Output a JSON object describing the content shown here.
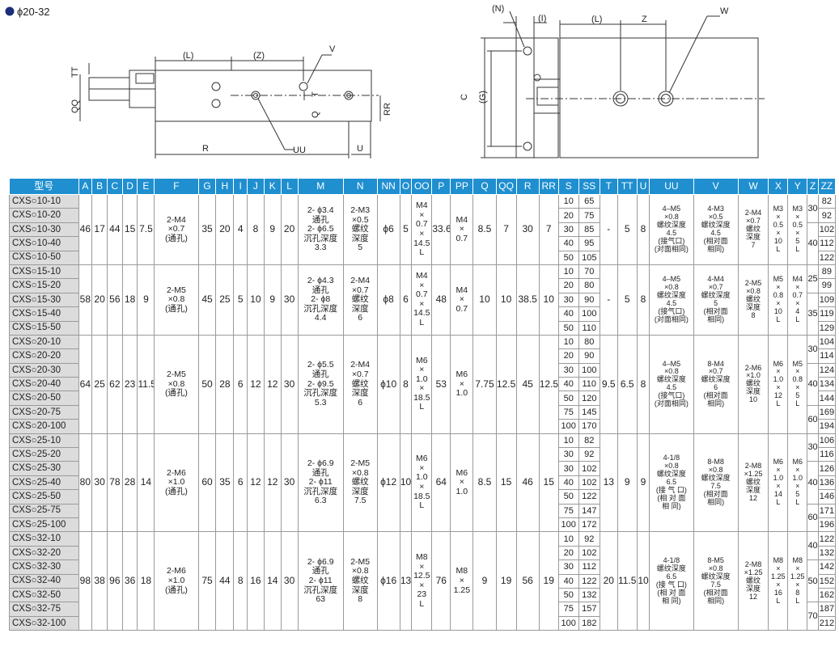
{
  "heading": {
    "title": "ϕ20-32"
  },
  "diagram_labels": {
    "left": {
      "L": "(L)",
      "Z": "(Z)",
      "V": "V",
      "TT": "TT",
      "QQ": "QQ",
      "Q": "Q",
      "T": "T",
      "RR": "RR",
      "R": "R",
      "UU": "UU",
      "U": "U"
    },
    "right": {
      "N": "(N)",
      "I": "(I)",
      "L": "(L)",
      "Z": "Z",
      "W": "W",
      "C": "C",
      "G": "(G)"
    }
  },
  "table": {
    "headers": [
      "型号",
      "A",
      "B",
      "C",
      "D",
      "E",
      "F",
      "G",
      "H",
      "I",
      "J",
      "K",
      "L",
      "M",
      "N",
      "NN",
      "O",
      "OO",
      "P",
      "PP",
      "Q",
      "QQ",
      "R",
      "RR",
      "S",
      "SS",
      "T",
      "TT",
      "U",
      "UU",
      "V",
      "W",
      "X",
      "Y",
      "Z",
      "ZZ"
    ],
    "groups": [
      {
        "rows": [
          {
            "model": "CXS○10-10",
            "s": "10",
            "ss": "65",
            "zz": "82"
          },
          {
            "model": "CXS○10-20",
            "s": "20",
            "ss": "75",
            "zz": "92"
          },
          {
            "model": "CXS○10-30",
            "s": "30",
            "ss": "85",
            "zz": "102"
          },
          {
            "model": "CXS○10-40",
            "s": "40",
            "ss": "95",
            "zz": "112"
          },
          {
            "model": "CXS○10-50",
            "s": "50",
            "ss": "105",
            "zz": "122"
          }
        ],
        "z": [
          {
            "value": "30",
            "span": 2
          },
          {
            "value": "40",
            "span": 3
          }
        ],
        "common": {
          "A": "46",
          "B": "17",
          "C": "44",
          "D": "15",
          "E": "7.5",
          "F": "2-M4\n×0.7\n(通孔)",
          "G": "35",
          "H": "20",
          "I": "4",
          "J": "8",
          "K": "9",
          "L": "20",
          "M": "2- ϕ3.4\n通孔\n2- ϕ6.5\n沉孔深度\n3.3",
          "N": "2-M3\n×0.5\n螺纹\n深度\n5",
          "NN": "ϕ6",
          "O": "5",
          "OO": "M4\n×\n0.7\n×\n14.5\nL",
          "P": "33.6",
          "PP": "M4\n×\n0.7",
          "Q": "8.5",
          "QQ": "7",
          "R": "30",
          "RR": "7",
          "T": "-",
          "TT": "5",
          "U": "8",
          "UU": "4–M5\n×0.8\n螺纹深度\n4.5\n(接气口)\n(对面相同)",
          "V": "4-M3\n×0.5\n螺纹深度\n4.5\n(相对面\n相同)",
          "W": "2-M4\n×0.7\n螺纹\n深度\n7",
          "X": "M3\n×\n0.5\n×\n10\nL",
          "Y": "M3\n×\n0.5\n×\n5\nL"
        }
      },
      {
        "rows": [
          {
            "model": "CXS○15-10",
            "s": "10",
            "ss": "70",
            "zz": "89"
          },
          {
            "model": "CXS○15-20",
            "s": "20",
            "ss": "80",
            "zz": "99"
          },
          {
            "model": "CXS○15-30",
            "s": "30",
            "ss": "90",
            "zz": "109"
          },
          {
            "model": "CXS○15-40",
            "s": "40",
            "ss": "100",
            "zz": "119"
          },
          {
            "model": "CXS○15-50",
            "s": "50",
            "ss": "110",
            "zz": "129"
          }
        ],
        "z": [
          {
            "value": "25",
            "span": 2
          },
          {
            "value": "35",
            "span": 3
          }
        ],
        "common": {
          "A": "58",
          "B": "20",
          "C": "56",
          "D": "18",
          "E": "9",
          "F": "2-M5\n×0.8\n(通孔)",
          "G": "45",
          "H": "25",
          "I": "5",
          "J": "10",
          "K": "9",
          "L": "30",
          "M": "2- ϕ4.3\n通孔\n2- ϕ8\n沉孔深度\n4.4",
          "N": "2-M4\n×0.7\n螺纹\n深度\n6",
          "NN": "ϕ8",
          "O": "6",
          "OO": "M4\n×\n0.7\n×\n14.5\nL",
          "P": "48",
          "PP": "M4\n×\n0.7",
          "Q": "10",
          "QQ": "10",
          "R": "38.5",
          "RR": "10",
          "T": "-",
          "TT": "5",
          "U": "8",
          "UU": "4–M5\n×0.8\n螺纹深度\n4.5\n(接气口)\n(对面相同)",
          "V": "4-M4\n×0.7\n螺纹深度\n5\n(相对面\n相同)",
          "W": "2-M5\n×0.8\n螺纹\n深度\n8",
          "X": "M5\n×\n0.8\n×\n10\nL",
          "Y": "M4\n×\n0.7\n×\n4\nL"
        }
      },
      {
        "rows": [
          {
            "model": "CXS○20-10",
            "s": "10",
            "ss": "80",
            "zz": "104"
          },
          {
            "model": "CXS○20-20",
            "s": "20",
            "ss": "90",
            "zz": "114"
          },
          {
            "model": "CXS○20-30",
            "s": "30",
            "ss": "100",
            "zz": "124"
          },
          {
            "model": "CXS○20-40",
            "s": "40",
            "ss": "110",
            "zz": "134"
          },
          {
            "model": "CXS○20-50",
            "s": "50",
            "ss": "120",
            "zz": "144"
          },
          {
            "model": "CXS○20-75",
            "s": "75",
            "ss": "145",
            "zz": "169"
          },
          {
            "model": "CXS○20-100",
            "s": "100",
            "ss": "170",
            "zz": "194"
          }
        ],
        "z": [
          {
            "value": "30",
            "span": 2
          },
          {
            "value": "40",
            "span": 3
          },
          {
            "value": "60",
            "span": 2
          }
        ],
        "common": {
          "A": "64",
          "B": "25",
          "C": "62",
          "D": "23",
          "E": "11.5",
          "F": "2-M5\n×0.8\n(通孔)",
          "G": "50",
          "H": "28",
          "I": "6",
          "J": "12",
          "K": "12",
          "L": "30",
          "M": "2- ϕ5.5\n通孔\n2- ϕ9.5\n沉孔深度\n5.3",
          "N": "2-M4\n×0.7\n螺纹\n深度\n6",
          "NN": "ϕ10",
          "O": "8",
          "OO": "M6\n×\n1.0\n×\n18.5\nL",
          "P": "53",
          "PP": "M6\n×\n1.0",
          "Q": "7.75",
          "QQ": "12.5",
          "R": "45",
          "RR": "12.5",
          "T": "9.5",
          "TT": "6.5",
          "U": "8",
          "UU": "4–M5\n×0.8\n螺纹深度\n4.5\n(接气口)\n(对面相同)",
          "V": "8-M4\n×0.7\n螺纹深度\n6\n(相对面\n相同)",
          "W": "2-M6\n×1.0\n螺纹\n深度\n10",
          "X": "M6\n×\n1.0\n×\n12\nL",
          "Y": "M5\n×\n0.8\n×\n5\nL"
        }
      },
      {
        "rows": [
          {
            "model": "CXS○25-10",
            "s": "10",
            "ss": "82",
            "zz": "106"
          },
          {
            "model": "CXS○25-20",
            "s": "30",
            "ss": "92",
            "zz": "116"
          },
          {
            "model": "CXS○25-30",
            "s": "30",
            "ss": "102",
            "zz": "126"
          },
          {
            "model": "CXS○25-40",
            "s": "40",
            "ss": "102",
            "zz": "136"
          },
          {
            "model": "CXS○25-50",
            "s": "50",
            "ss": "122",
            "zz": "146"
          },
          {
            "model": "CXS○25-75",
            "s": "75",
            "ss": "147",
            "zz": "171"
          },
          {
            "model": "CXS○25-100",
            "s": "100",
            "ss": "172",
            "zz": "196"
          }
        ],
        "z": [
          {
            "value": "30",
            "span": 2
          },
          {
            "value": "40",
            "span": 3
          },
          {
            "value": "60",
            "span": 2
          }
        ],
        "common": {
          "A": "80",
          "B": "30",
          "C": "78",
          "D": "28",
          "E": "14",
          "F": "2-M6\n×1.0\n(通孔)",
          "G": "60",
          "H": "35",
          "I": "6",
          "J": "12",
          "K": "12",
          "L": "30",
          "M": "2- ϕ6.9\n通孔\n2- ϕ11\n沉孔深度\n6.3",
          "N": "2-M5\n×0.8\n螺纹\n深度\n7.5",
          "NN": "ϕ12",
          "O": "10",
          "OO": "M6\n×\n1.0\n×\n18.5\nL",
          "P": "64",
          "PP": "M6\n×\n1.0",
          "Q": "8.5",
          "QQ": "15",
          "R": "46",
          "RR": "15",
          "T": "13",
          "TT": "9",
          "U": "9",
          "UU": "4-1/8\n×0.8\n螺纹深度\n6.5\n(接 气 口)\n(相 对 面\n相 同)",
          "V": "8-M8\n×0.8\n螺纹深度\n7.5\n(相对面\n相同)",
          "W": "2-M8\n×1.25\n螺纹\n深度\n12",
          "X": "M6\n×\n1.0\n×\n14\nL",
          "Y": "M6\n×\n1.0\n×\n5\nL"
        }
      },
      {
        "rows": [
          {
            "model": "CXS○32-10",
            "s": "10",
            "ss": "92",
            "zz": "122"
          },
          {
            "model": "CXS○32-20",
            "s": "20",
            "ss": "102",
            "zz": "132"
          },
          {
            "model": "CXS○32-30",
            "s": "30",
            "ss": "112",
            "zz": "142"
          },
          {
            "model": "CXS○32-40",
            "s": "40",
            "ss": "122",
            "zz": "152"
          },
          {
            "model": "CXS○32-50",
            "s": "50",
            "ss": "132",
            "zz": "162"
          },
          {
            "model": "CXS○32-75",
            "s": "75",
            "ss": "157",
            "zz": "187"
          },
          {
            "model": "CXS○32-100",
            "s": "100",
            "ss": "182",
            "zz": "212"
          }
        ],
        "z": [
          {
            "value": "40",
            "span": 2
          },
          {
            "value": "50",
            "span": 3
          },
          {
            "value": "70",
            "span": 2
          }
        ],
        "common": {
          "A": "98",
          "B": "38",
          "C": "96",
          "D": "36",
          "E": "18",
          "F": "2-M6\n×1.0\n(通孔)",
          "G": "75",
          "H": "44",
          "I": "8",
          "J": "16",
          "K": "14",
          "L": "30",
          "M": "2- ϕ6.9\n通孔\n2- ϕ11\n沉孔深度\n63",
          "N": "2-M5\n×0.8\n螺纹\n深度\n8",
          "NN": "ϕ16",
          "O": "13",
          "OO": "M8\n×\n12.5\n×\n23\nL",
          "P": "76",
          "PP": "M8\n×\n1.25",
          "Q": "9",
          "QQ": "19",
          "R": "56",
          "RR": "19",
          "T": "20",
          "TT": "11.5",
          "U": "10",
          "UU": "4-1/8\n螺纹深度\n6.5\n(接 气 口)\n(相 对 面\n相 同)",
          "V": "8-M5\n×0.8\n螺纹深度\n7.5\n(相对面\n相同)",
          "W": "2-M8\n×1.25\n螺纹\n深度\n12",
          "X": "M8\n×\n1.25\n×\n16\nL",
          "Y": "M8\n×\n1.25\n×\n8\nL"
        }
      }
    ]
  }
}
